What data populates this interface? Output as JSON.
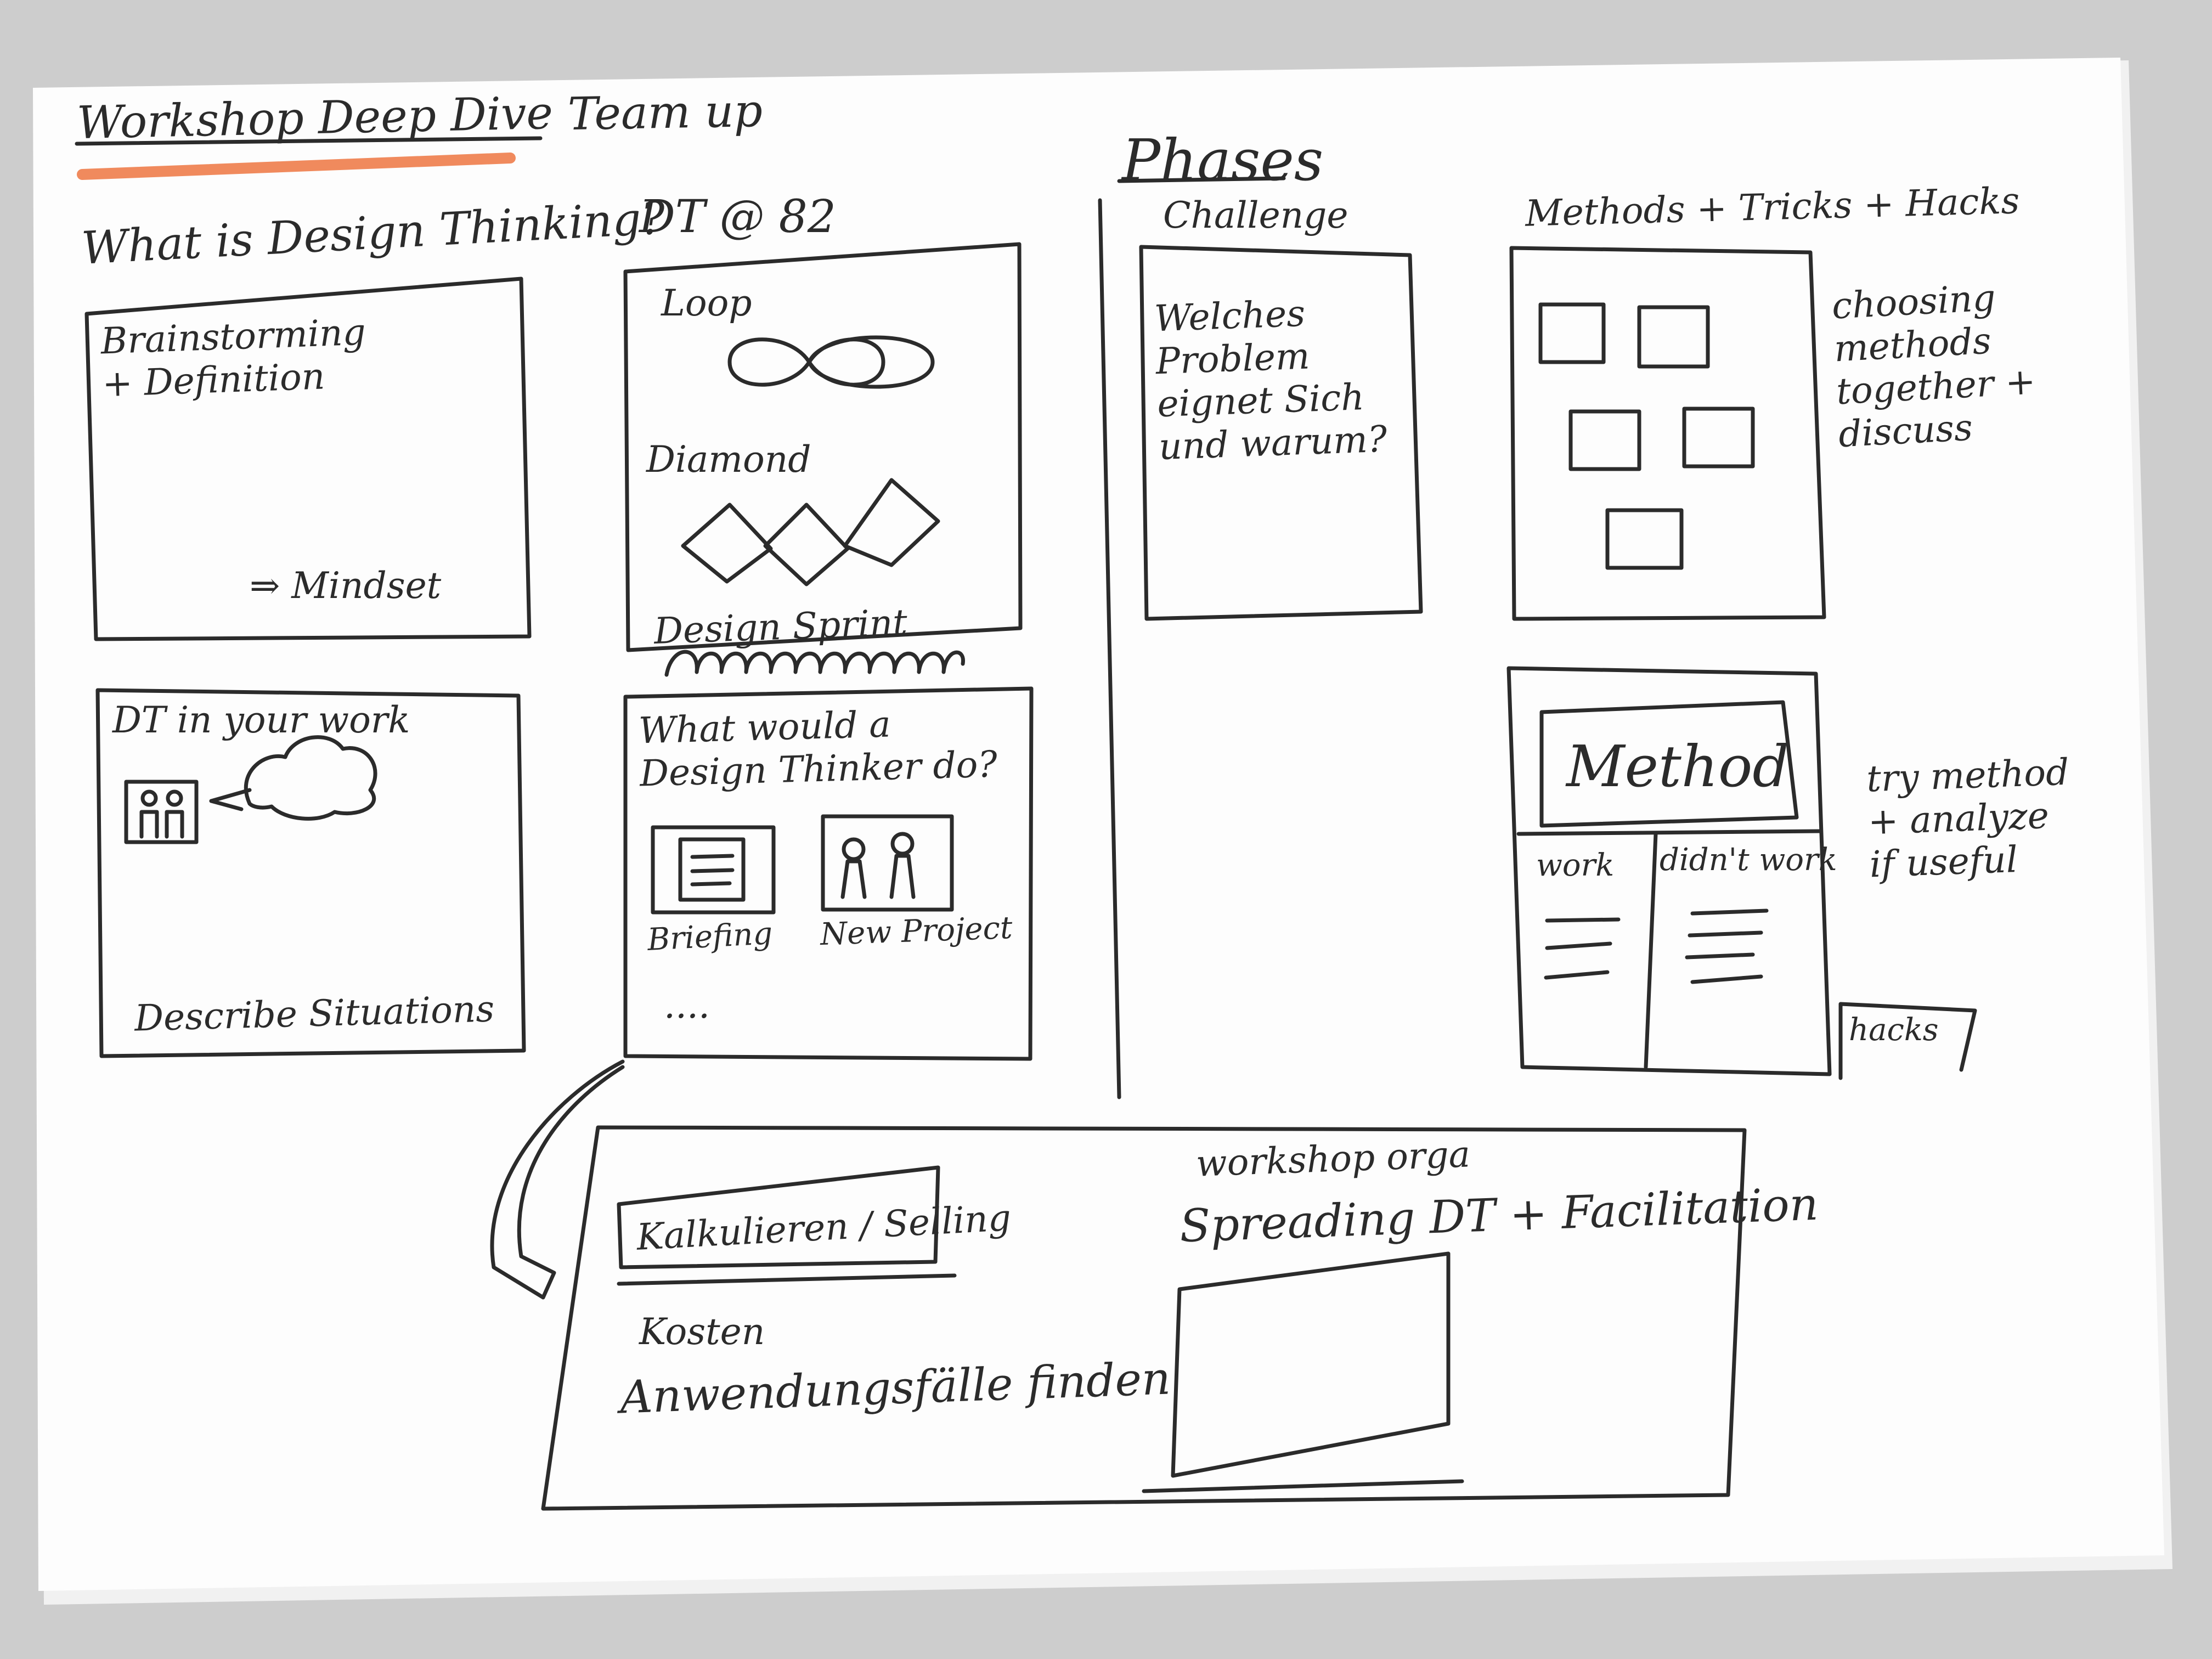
{
  "header": {
    "title": "Workshop Deep Dive",
    "subtitle": "Team up"
  },
  "left": {
    "heading": "What is Design Thinking?",
    "box1": {
      "title": "Brainstorming\n+ Definition",
      "note": "⇒ Mindset"
    },
    "box2": {
      "title": "DT in your work",
      "note": "Describe Situations"
    }
  },
  "middle": {
    "heading": "DT @ 82",
    "box1": {
      "loop": "Loop",
      "diamond": "Diamond",
      "sprint": "Design Sprint"
    },
    "box2": {
      "question": "What would a\nDesign Thinker do?",
      "item1": "Briefing",
      "item2": "New Project",
      "ellipsis": "...."
    }
  },
  "phases": {
    "heading": "Phases",
    "challenge": {
      "label": "Challenge",
      "text": "Welches\nProblem\neignet Sich\nund warum?"
    },
    "methods": {
      "label": "Methods + Tricks + Hacks",
      "note": "choosing\nmethods\ntogether +\ndiscuss"
    },
    "method_card": {
      "title": "Method",
      "col1": "work",
      "col2": "didn't work",
      "note": "try method\n+ analyze\nif useful",
      "tab": "hacks"
    }
  },
  "bottom": {
    "sell_box": "Kalkulieren / Selling",
    "costs": "Kosten",
    "use_cases": "Anwendungsfälle finden",
    "orga": "workshop orga",
    "spreading": "Spreading DT + Facilitation"
  },
  "colors": {
    "ink": "#2b2b2b",
    "highlight": "#f08a5d",
    "paper": "#fdfdfd",
    "table": "#cdcdcd"
  },
  "icons": [
    "infinity-loop-icon",
    "diamond-chain-icon",
    "cloud-icon",
    "people-icon",
    "document-icon",
    "person-pair-icon",
    "arrow-icon"
  ]
}
